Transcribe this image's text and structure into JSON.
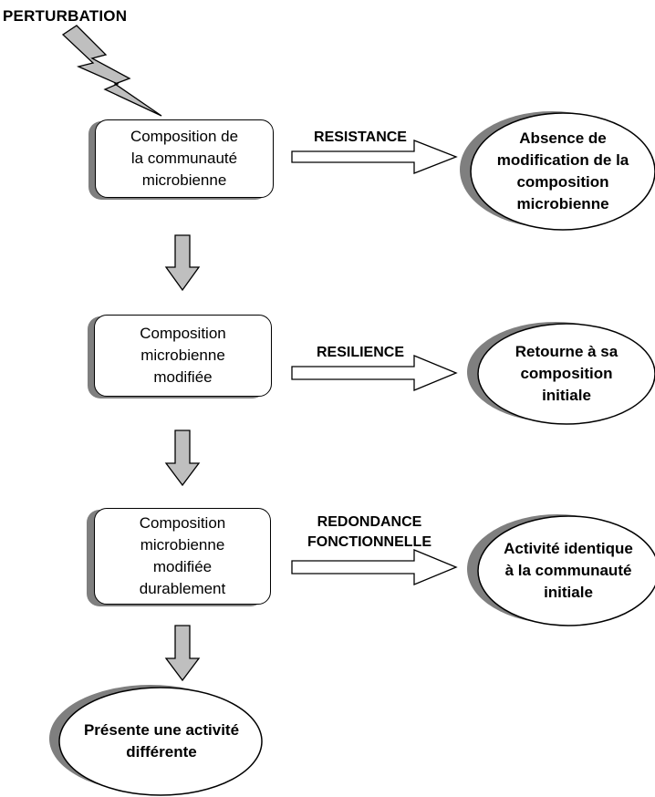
{
  "diagram": {
    "title": "PERTURBATION",
    "stages": [
      {
        "lines": [
          "Composition de",
          "la communauté",
          "microbienne"
        ]
      },
      {
        "lines": [
          "Composition",
          "microbienne",
          "modifiée"
        ]
      },
      {
        "lines": [
          "Composition",
          "microbienne",
          "modifiée",
          "durablement"
        ]
      }
    ],
    "transitions": [
      {
        "label_lines": [
          "RESISTANCE"
        ]
      },
      {
        "label_lines": [
          "RESILIENCE"
        ]
      },
      {
        "label_lines": [
          "REDONDANCE",
          "FONCTIONNELLE"
        ]
      }
    ],
    "outcomes": [
      {
        "lines": [
          "Absence de",
          "modification de la",
          "composition",
          "microbienne"
        ]
      },
      {
        "lines": [
          "Retourne à sa",
          "composition",
          "initiale"
        ]
      },
      {
        "lines": [
          "Activité identique",
          "à la communauté",
          "initiale"
        ]
      }
    ],
    "final_outcome": {
      "lines": [
        "Présente une activité",
        "différente"
      ]
    },
    "colors": {
      "shadow": "#7f7f7f",
      "arrow_fill": "#bfbfbf",
      "stroke": "#000000",
      "background": "#ffffff"
    }
  }
}
